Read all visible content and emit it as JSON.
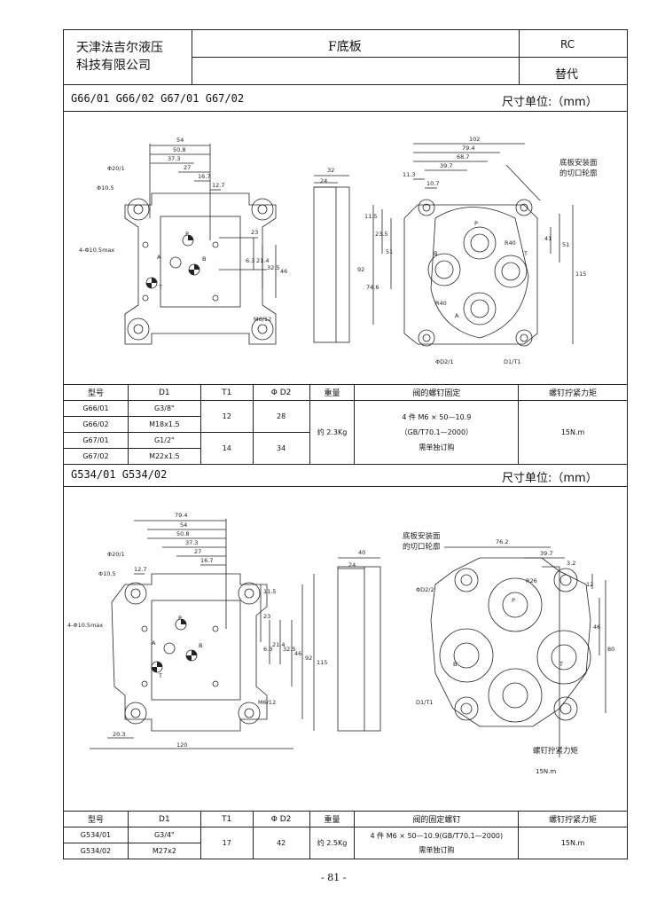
{
  "header": {
    "company_line1": "天津法吉尔液压",
    "company_line2": "科技有限公司",
    "title": "F底板",
    "code": "RC",
    "replace": "替代"
  },
  "section1": {
    "models_title": "G66/01  G66/02   G67/01   G67/02",
    "unit": "尺寸单位:（mm）",
    "front_view": {
      "dims_top": [
        "54",
        "50.8",
        "37.3",
        "27",
        "16.7",
        "12.7"
      ],
      "label_phi20": "Φ20/1",
      "label_phi105": "Φ10.5",
      "label_4phi": "4-Φ10.5max",
      "dims_right": [
        "23",
        "6.3",
        "21.4",
        "32.5",
        "46"
      ],
      "ports": [
        "P",
        "A",
        "B",
        "T"
      ],
      "thread": "M6/12"
    },
    "side_view": {
      "dims": [
        "32",
        "24"
      ]
    },
    "cutout_view": {
      "dims_top": [
        "102",
        "79.4",
        "68.7",
        "39.7",
        "11.3",
        "10.7"
      ],
      "label_outline": [
        "底板安装面",
        "的切口轮廓"
      ],
      "dims_left": [
        "11.5",
        "23.5",
        "51",
        "92",
        "74.6"
      ],
      "dims_right": [
        "41",
        "51",
        "115"
      ],
      "ports": [
        "P",
        "B",
        "T",
        "A"
      ],
      "label_phid2": "ΦD2/1",
      "label_d1t1": "D1/T1",
      "r_labels": [
        "R40",
        "R40"
      ]
    },
    "table": {
      "headers": [
        "型号",
        "D1",
        "T1",
        "Φ D2",
        "重量",
        "阀的螺钉固定",
        "螺钉拧紧力矩"
      ],
      "rows": [
        {
          "model": "G66/01",
          "d1": "G3/8\""
        },
        {
          "model": "G66/02",
          "d1": "M18x1.5"
        },
        {
          "model": "G67/01",
          "d1": "G1/2\""
        },
        {
          "model": "G67/02",
          "d1": "M22x1.5"
        }
      ],
      "t1_a": "12",
      "d2_a": "28",
      "t1_b": "14",
      "d2_b": "34",
      "weight": "约 2.3Kg",
      "screw_line1": "4 件 M6 × 50—10.9",
      "screw_line2": "（GB/T70.1—2000）",
      "screw_line3": "需单独订购",
      "torque": "15N.m"
    }
  },
  "section2": {
    "models_title": "G534/01 G534/02",
    "unit": "尺寸单位:（mm）",
    "front_view": {
      "dims_top": [
        "79.4",
        "54",
        "50.8",
        "37.3",
        "27",
        "16.7",
        "12.7"
      ],
      "label_phi20": "Φ20/1",
      "label_phi105": "Φ10.5",
      "label_4phi": "4-Φ10.5max",
      "dims_right": [
        "11.5",
        "23",
        "6.3",
        "21.4",
        "32.5",
        "46",
        "92",
        "115"
      ],
      "ports": [
        "P",
        "A",
        "B",
        "T"
      ],
      "thread": "M6/12",
      "dim_bottom_small": "20.3",
      "dim_bottom": "120"
    },
    "side_view": {
      "dims": [
        "40",
        "24"
      ]
    },
    "cutout_view": {
      "label_outline": [
        "底板安装面",
        "的切口轮廓"
      ],
      "dims_top": [
        "76.2",
        "39.7",
        "3.2"
      ],
      "label_phid2": "ΦD2/2",
      "label_d1t1": "D1/T1",
      "r_label": "R26",
      "dims_right": [
        "12",
        "46",
        "80"
      ],
      "ports": [
        "P",
        "B",
        "T"
      ],
      "torque_label": "螺钉拧紧力矩",
      "torque_value": "15N.m"
    },
    "table": {
      "headers": [
        "型号",
        "D1",
        "T1",
        "Φ D2",
        "重量",
        "阀的固定螺钉",
        "螺钉拧紧力矩"
      ],
      "rows": [
        {
          "model": "G534/01",
          "d1": "G3/4\""
        },
        {
          "model": "G534/02",
          "d1": "M27x2"
        }
      ],
      "t1": "17",
      "d2": "42",
      "weight": "约 2.5Kg",
      "screw_line1": "4 件 M6 × 50—10.9(GB/T70.1—2000)",
      "screw_line2": "需单独订购",
      "torque": "15N.m"
    }
  },
  "footer": {
    "page": "- 81 -"
  }
}
